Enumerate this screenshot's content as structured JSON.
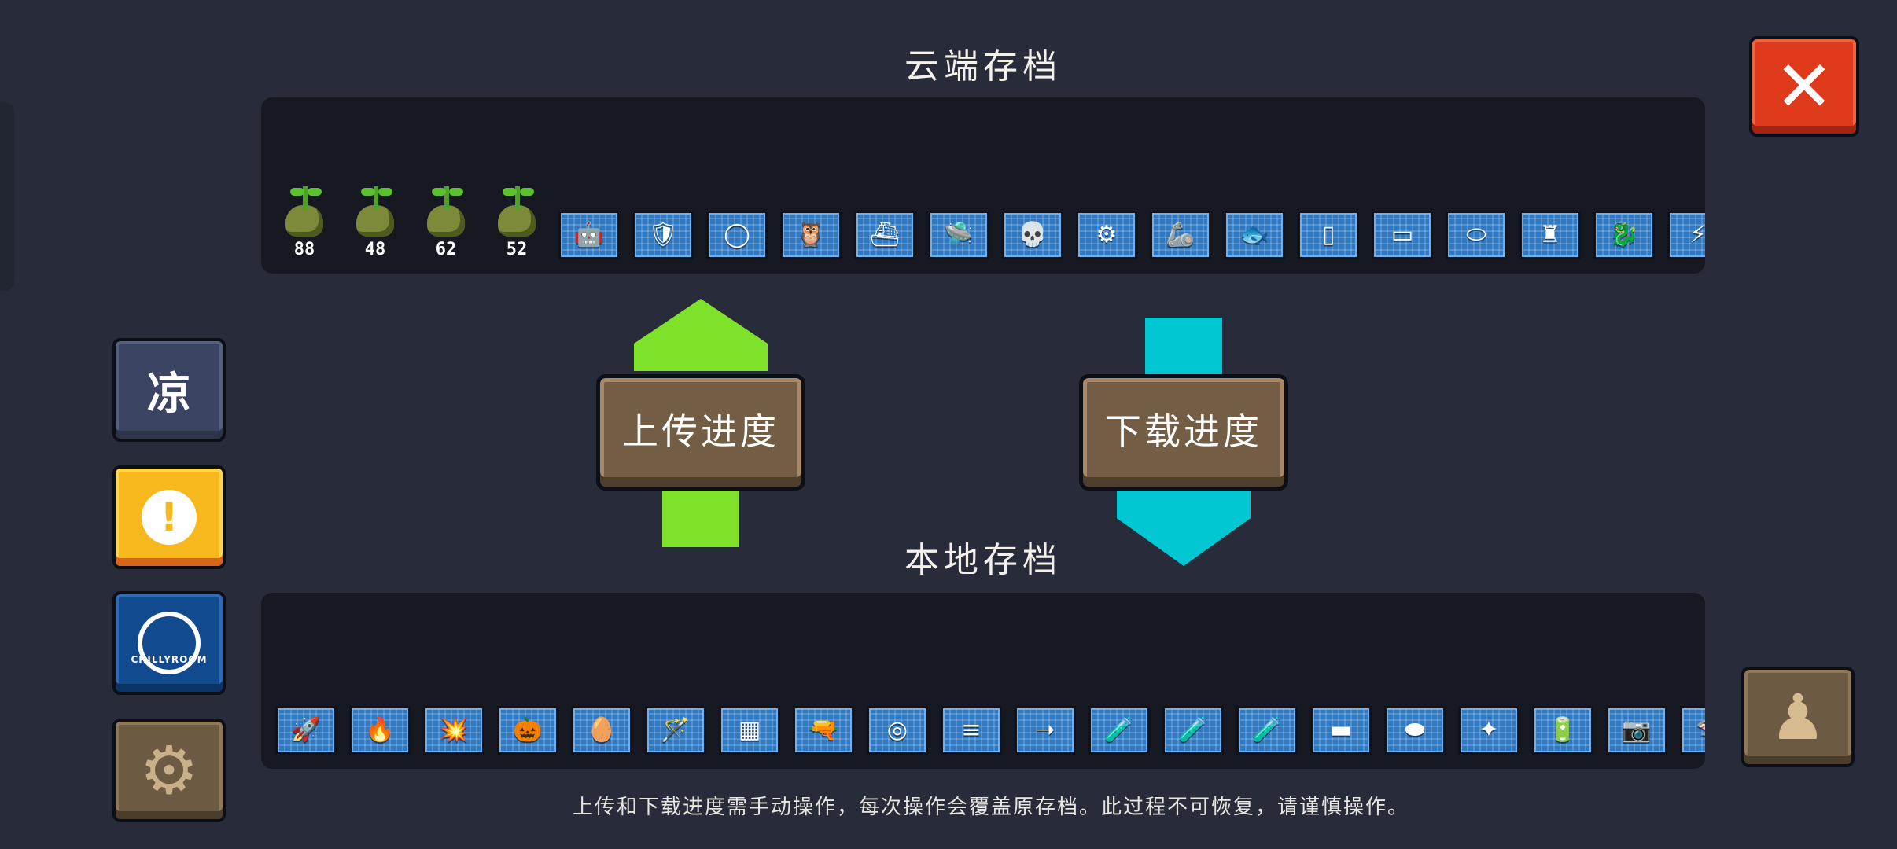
{
  "cloud_section": {
    "title": "云端存档",
    "plants": [
      {
        "name": "plant-seedling",
        "count": "88"
      },
      {
        "name": "plant-seedling",
        "count": "48"
      },
      {
        "name": "plant-seedling",
        "count": "62"
      },
      {
        "name": "plant-seedling",
        "count": "52"
      }
    ],
    "items": [
      {
        "icon": "robot-icon",
        "glyph": "🤖"
      },
      {
        "icon": "tank-icon",
        "glyph": "🛡"
      },
      {
        "icon": "ring-icon",
        "glyph": "◯"
      },
      {
        "icon": "owl-icon",
        "glyph": "🦉"
      },
      {
        "icon": "submarine-icon",
        "glyph": "⛴"
      },
      {
        "icon": "ufo-icon",
        "glyph": "🛸"
      },
      {
        "icon": "skull-beast-icon",
        "glyph": "💀"
      },
      {
        "icon": "mech-icon",
        "glyph": "⚙"
      },
      {
        "icon": "walker-mech-icon",
        "glyph": "🦾"
      },
      {
        "icon": "fish-icon",
        "glyph": "🐟"
      },
      {
        "icon": "arcade-cabinet-icon",
        "glyph": "▯"
      },
      {
        "icon": "banner-icon",
        "glyph": "▭"
      },
      {
        "icon": "portal-icon",
        "glyph": "⬭"
      },
      {
        "icon": "statue-icon",
        "glyph": "♜"
      },
      {
        "icon": "dragon-icon",
        "glyph": "🐉"
      },
      {
        "icon": "lightning-icon",
        "glyph": "⚡"
      },
      {
        "icon": "partial-item-icon",
        "glyph": ""
      }
    ]
  },
  "local_section": {
    "title": "本地存档",
    "items": [
      {
        "icon": "rocket-icon",
        "glyph": "🚀"
      },
      {
        "icon": "torch-icon",
        "glyph": "🔥"
      },
      {
        "icon": "explosion-icon",
        "glyph": "💥"
      },
      {
        "icon": "pumpkin-icon",
        "glyph": "🎃"
      },
      {
        "icon": "egg-icon",
        "glyph": "🥚"
      },
      {
        "icon": "wand-icon",
        "glyph": "🪄"
      },
      {
        "icon": "grid-shield-icon",
        "glyph": "▦"
      },
      {
        "icon": "pistol-icon",
        "glyph": "🔫"
      },
      {
        "icon": "round-shield-icon",
        "glyph": "◎"
      },
      {
        "icon": "gatling-icon",
        "glyph": "≡"
      },
      {
        "icon": "spear-icon",
        "glyph": "➝"
      },
      {
        "icon": "red-potion-icon",
        "glyph": "🧪"
      },
      {
        "icon": "blue-potion-icon",
        "glyph": "🧪"
      },
      {
        "icon": "purple-potion-icon",
        "glyph": "🧪"
      },
      {
        "icon": "raygun-icon",
        "glyph": "▬"
      },
      {
        "icon": "green-saucer-icon",
        "glyph": "⬬"
      },
      {
        "icon": "shuriken-icon",
        "glyph": "✦"
      },
      {
        "icon": "battery-icon",
        "glyph": "🔋"
      },
      {
        "icon": "camera-gun-icon",
        "glyph": "📷"
      },
      {
        "icon": "shark-icon",
        "glyph": "🦈"
      },
      {
        "icon": "partial-item-icon",
        "glyph": ""
      }
    ]
  },
  "buttons": {
    "upload_label": "上传进度",
    "download_label": "下载进度",
    "close_glyph": "✕",
    "liang_glyph": "凉",
    "notice_glyph": "!",
    "chilly_logo_text": "CHILLYROOM",
    "settings_glyph": "⚙",
    "profile_glyph": "♟"
  },
  "footer": {
    "note": "上传和下载进度需手动操作，每次操作会覆盖原存档。此过程不可恢复，请谨慎操作。"
  },
  "colors": {
    "background": "#282c3a",
    "panel": "#171922",
    "upload_arrow": "#7ee22a",
    "download_arrow": "#00c7d2",
    "close_button": "#df3a1c",
    "notice_button": "#f6b81c",
    "chilly_button": "#124a8f",
    "wood_button": "#735e45"
  }
}
